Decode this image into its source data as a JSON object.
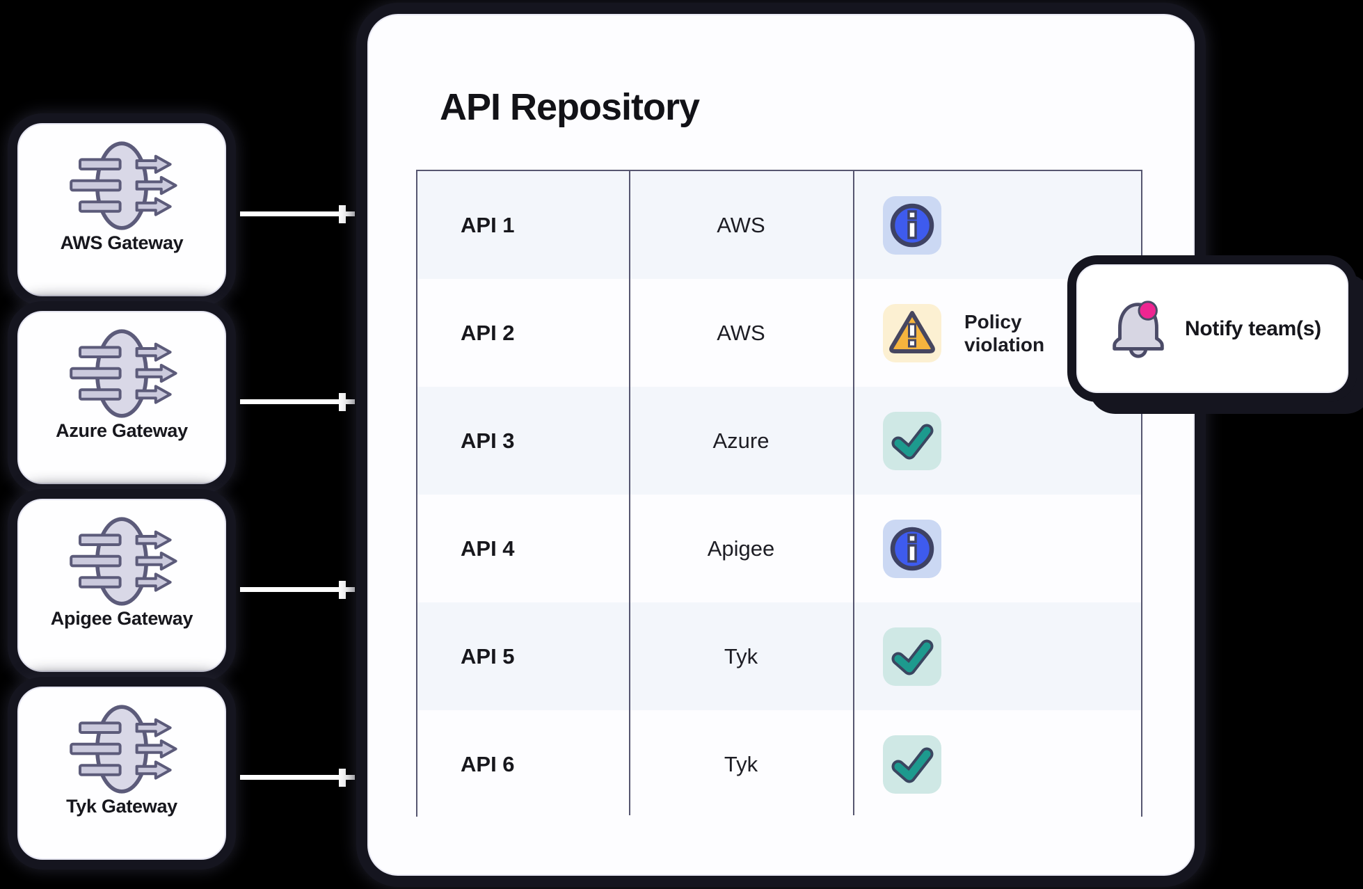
{
  "background_color": "#000000",
  "colors": {
    "info_blue": "#3e5bee",
    "warning_amber": "#f5b43e",
    "success_teal": "#1d9a8e",
    "alert_pink": "#ee2591",
    "outline_dark": "#46465f",
    "row_alt": "#f3f6fb"
  },
  "gateways": [
    {
      "label": "AWS Gateway"
    },
    {
      "label": "Azure Gateway"
    },
    {
      "label": "Apigee Gateway"
    },
    {
      "label": "Tyk Gateway"
    }
  ],
  "repository": {
    "title": "API Repository",
    "rows": [
      {
        "api": "API 1",
        "provider": "AWS",
        "status": "info"
      },
      {
        "api": "API 2",
        "provider": "AWS",
        "status": "warning",
        "status_label": "Policy violation"
      },
      {
        "api": "API 3",
        "provider": "Azure",
        "status": "ok"
      },
      {
        "api": "API 4",
        "provider": "Apigee",
        "status": "info"
      },
      {
        "api": "API 5",
        "provider": "Tyk",
        "status": "ok"
      },
      {
        "api": "API 6",
        "provider": "Tyk",
        "status": "ok"
      }
    ]
  },
  "notify_callout": {
    "label": "Notify team(s)"
  }
}
